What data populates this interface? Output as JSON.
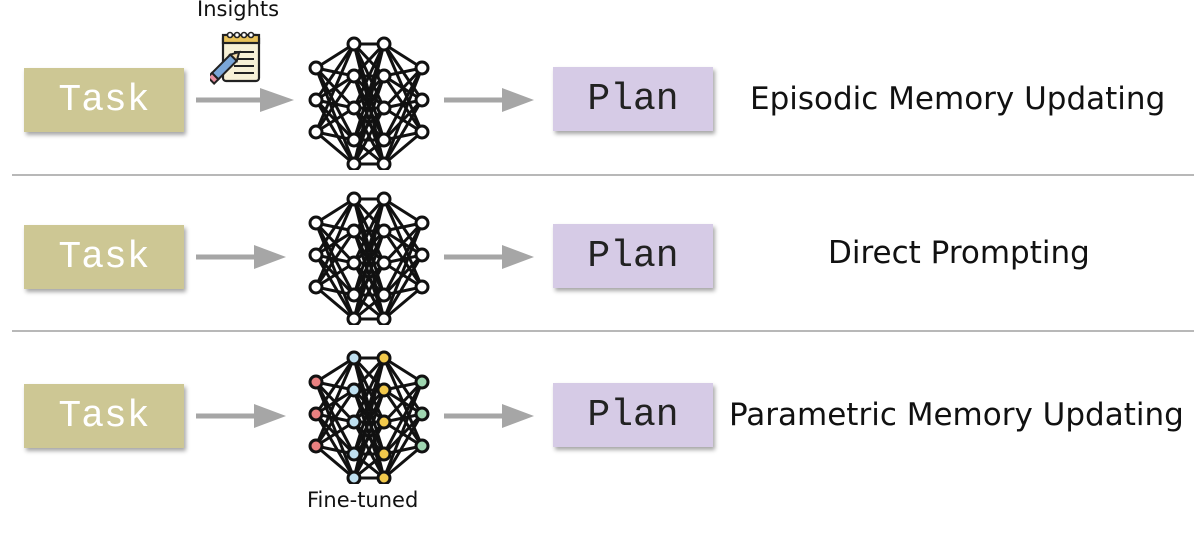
{
  "rows": [
    {
      "id": "episodic",
      "task_label": "Task",
      "plan_label": "Plan",
      "description": "Episodic Memory Updating"
    },
    {
      "id": "direct",
      "task_label": "Task",
      "plan_label": "Plan",
      "description": "Direct Prompting"
    },
    {
      "id": "parametric",
      "task_label": "Task",
      "plan_label": "Plan",
      "description": "Parametric Memory Updating"
    }
  ],
  "annotations": {
    "insights": "Insights",
    "fine_tuned": "Fine-tuned"
  },
  "icons": [
    "notepad-pencil-icon",
    "neural-network-icon",
    "arrow-right-icon"
  ],
  "colors": {
    "task_box": "#cdc794",
    "plan_box": "#d6cbe6",
    "arrow": "#a6a6a6",
    "divider": "#b8b8b8",
    "node_blue": "#bfe0f0",
    "node_yellow": "#f2c94c",
    "node_red": "#e88080",
    "node_green": "#9fd6b0"
  }
}
